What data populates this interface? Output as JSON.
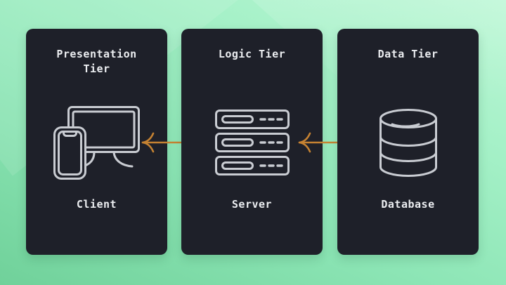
{
  "diagram": {
    "panels": [
      {
        "id": "presentation",
        "title": "Presentation Tier",
        "label": "Client",
        "icon": "client-devices-icon"
      },
      {
        "id": "logic",
        "title": "Logic Tier",
        "label": "Server",
        "icon": "server-rack-icon"
      },
      {
        "id": "data",
        "title": "Data Tier",
        "label": "Database",
        "icon": "database-icon"
      }
    ],
    "connectors": [
      {
        "from": "Client",
        "to": "Server",
        "type": "bidirectional-arrow"
      },
      {
        "from": "Server",
        "to": "Database",
        "type": "bidirectional-arrow"
      }
    ],
    "colors": {
      "background_top": "#bdf7d6",
      "background_bottom": "#70d19a",
      "panel_background": "#1e2029",
      "text": "#eceef1",
      "icon_stroke": "#c9ccd2",
      "arrow": "#c58232"
    }
  }
}
